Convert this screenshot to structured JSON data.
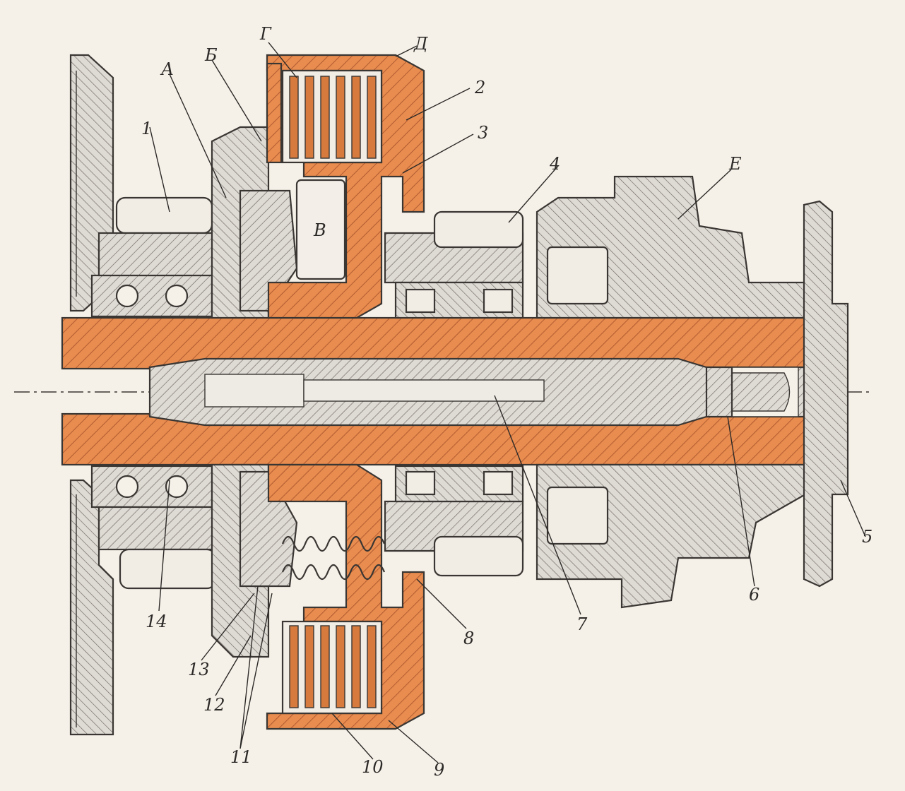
{
  "colors": {
    "background": "#f6f1e8",
    "hatched_gray": "#dedad4",
    "orange": "#e88c4f",
    "outline": "#3a3633"
  },
  "labels": {
    "l1": "1",
    "l2": "2",
    "l3": "3",
    "l4": "4",
    "l5": "5",
    "l6": "6",
    "l7": "7",
    "l8": "8",
    "l9": "9",
    "l10": "10",
    "l11": "11",
    "l12": "12",
    "l13": "13",
    "l14": "14",
    "lA": "А",
    "lB": "Б",
    "lV": "В",
    "lG": "Г",
    "lD": "Д",
    "lE": "Е"
  }
}
